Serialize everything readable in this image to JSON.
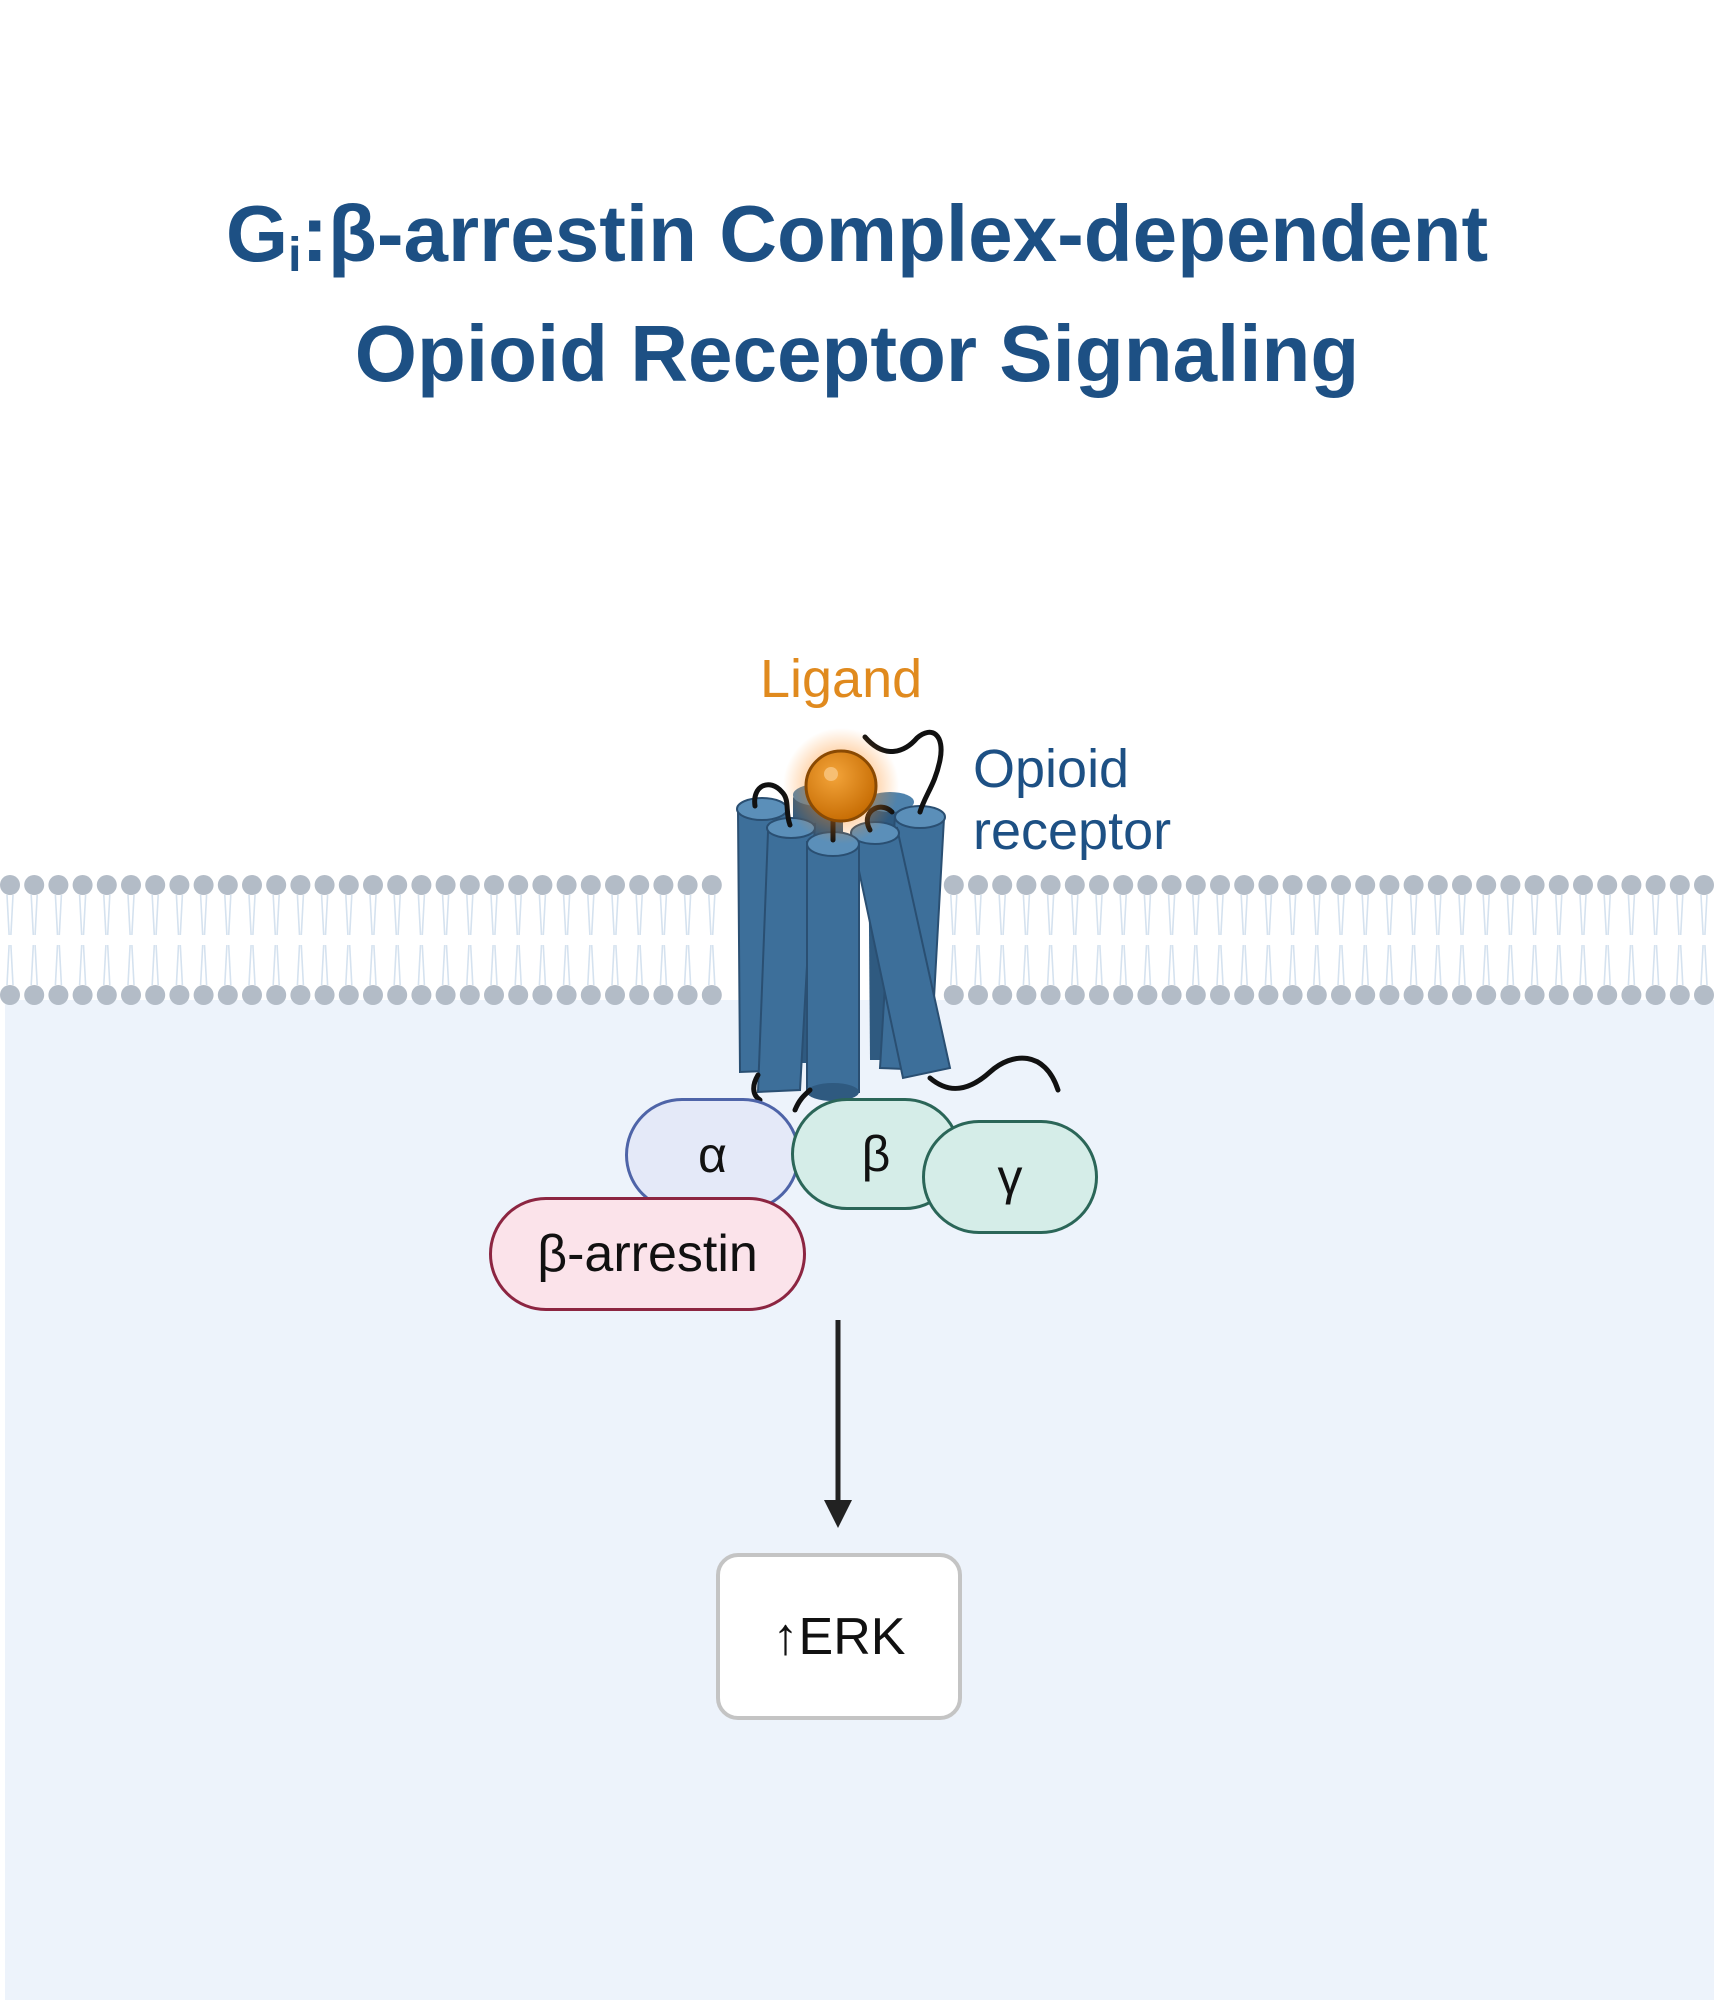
{
  "title": {
    "line1_prefix": "G",
    "line1_subscript": "i",
    "line1_suffix": ":β-arrestin Complex-dependent",
    "line2": "Opioid Receptor Signaling"
  },
  "labels": {
    "ligand": "Ligand",
    "receptor_line1": "Opioid",
    "receptor_line2": "receptor"
  },
  "g_protein": {
    "alpha": "α",
    "beta": "β",
    "gamma": "γ"
  },
  "arrestin": "β-arrestin",
  "output": "↑ERK",
  "colors": {
    "title": "#1d5084",
    "ligand": "#e08a1e",
    "receptor": "#3d6f9a",
    "membrane_head": "#b3bcc7",
    "cytoplasm": "#edf3fb"
  }
}
